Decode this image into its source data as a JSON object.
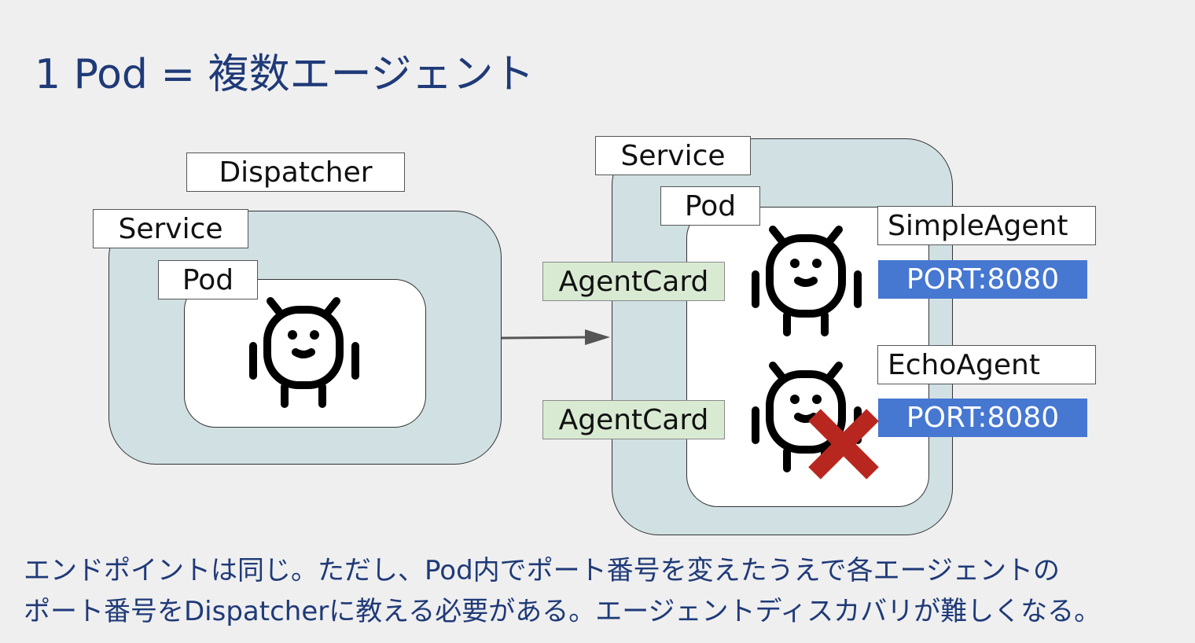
{
  "slide": {
    "title": "1 Pod = 複数エージェント",
    "caption_lines": [
      "エンドポイントは同じ。ただし、Pod内でポート番号を変えたうえで各エージェントの",
      "ポート番号をDispatcherに教える必要がある。エージェントディスカバリが難しくなる。"
    ]
  },
  "left_group": {
    "dispatcher_label": "Dispatcher",
    "service_label": "Service",
    "pod_label": "Pod",
    "agent_icon": "android-robot-icon"
  },
  "right_group": {
    "service_label": "Service",
    "pod_label": "Pod",
    "agents": [
      {
        "name": "SimpleAgent",
        "port": "PORT:8080",
        "card": "AgentCard",
        "icon": "android-robot-icon",
        "failed": false
      },
      {
        "name": "EchoAgent",
        "port": "PORT:8080",
        "card": "AgentCard",
        "icon": "android-robot-icon",
        "failed": true
      }
    ]
  },
  "colors": {
    "title_text": "#1f3a78",
    "service_fill": "#d0e0e3",
    "agentcard_fill": "#d9ead3",
    "port_fill": "#4677d1",
    "error_cross": "#b7271f"
  },
  "icons": {
    "connector": "arrow-right-icon",
    "failure": "red-cross-icon"
  }
}
